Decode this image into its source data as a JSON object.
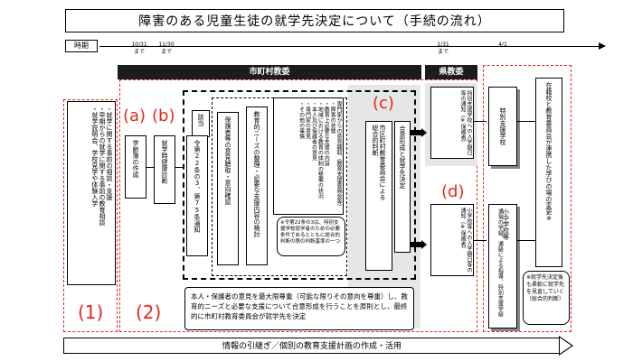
{
  "title": "障害のある児童生徒の就学先決定について（手続の流れ）",
  "timeline": {
    "label": "時期",
    "marks": [
      {
        "date": "10/31",
        "sub": "まで"
      },
      {
        "date": "11/30",
        "sub": "まで"
      },
      {
        "date": "1/31",
        "sub": "まで"
      },
      {
        "date": "4/1",
        "sub": ""
      }
    ]
  },
  "headers": {
    "municipal": "市町村教委",
    "prefectural": "県教委"
  },
  "markers": {
    "m1": "(1)",
    "m2": "(2)",
    "a": "(a)",
    "b": "(b)",
    "c": "(c)",
    "d": "(d)"
  },
  "early": {
    "bullets": [
      "・就学に関する事前の相談・支援",
      "・早期からの就学に関する事前の教育相談",
      "・就学説明会、学校見学や体験入学"
    ]
  },
  "steps": {
    "register": "学齢簿の作成",
    "health": "就学時健康診断",
    "applicable": "該当",
    "article": "令第22条の3、第75条通知",
    "hearing": "保護者等の意見聴取・意向確認",
    "needs": "教育的ニーズの整理・必要な支援内容の検討",
    "factors": [
      "専門家からの意見聴取（教育支援委員会等）",
      "・障害の状態",
      "・教育上必要な支援の内容",
      "・地域における教育の体制の整備の状況",
      "・本人及び保護者の意見",
      "・専門家の意見",
      "・その他の事情"
    ],
    "note": "※令第22条の3は、特別支援学校就学者のための必要条件であるとともに総合的判断の際の判断基準の一つ",
    "comprehensive": "総合的判断",
    "consensus": "合意形成と就学先決定",
    "board": "市区町村教育委員会による",
    "notify_special": "特別支援学校への入学期日等の通知（※保護者）",
    "notify_regular": "小学校等への入学期日等の通知（※保護者）",
    "school_special": "特別支援学校",
    "school_regular": "小中学校等",
    "regular_detail": "通常の学級、通級による指導、特別支援学級",
    "enrolled_school": "在籍校と教育委員会が連携した学びの場の変更※",
    "after_note": "※就学先決定後も柔軟に就学先を見直していく（総合的判断）"
  },
  "principle": "本人・保護者の意見を最大限尊重（可能な限りその意向を尊重）し、教育的ニーズと必要な支援について合意形成を行うことを原則とし、最終的に市町村教育委員会が就学先を決定",
  "bottom_arrow": "情報の引継ぎ／個別の教育支援計画の作成・活用"
}
